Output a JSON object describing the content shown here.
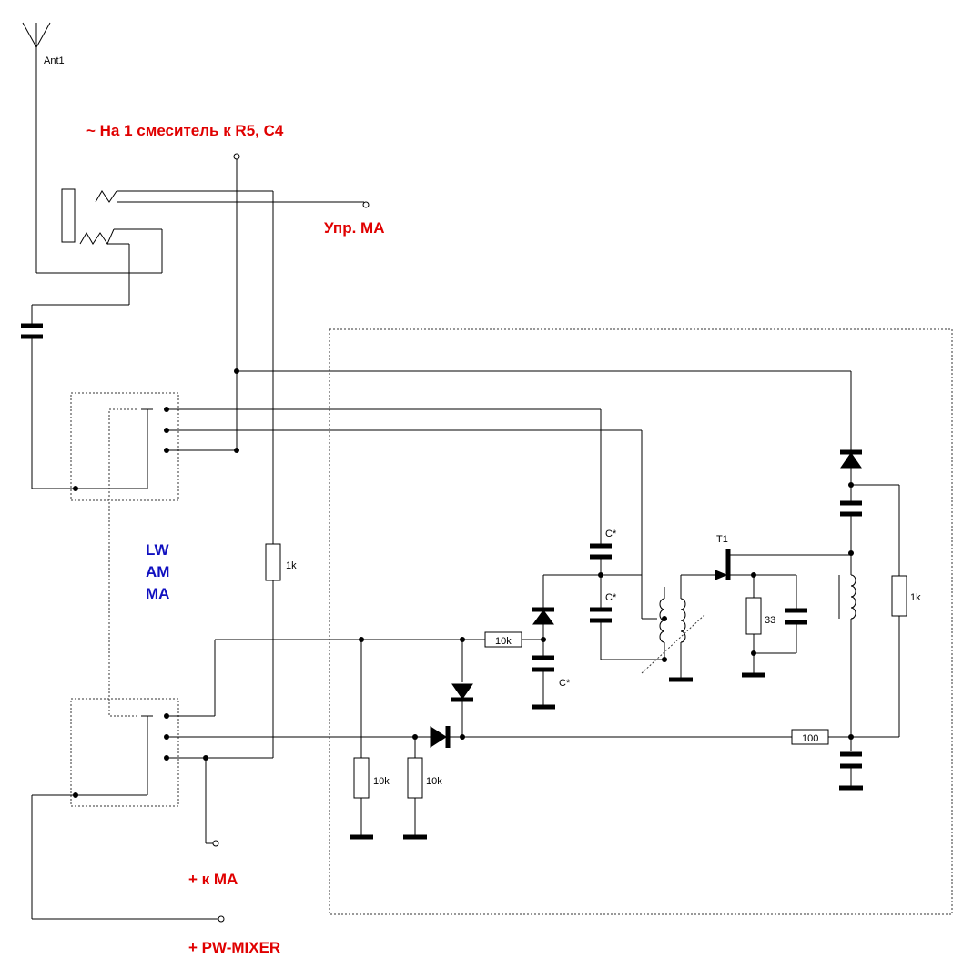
{
  "labels": {
    "ant": "Ant1",
    "mixer1": "~ На 1 смеситель к R5, C4",
    "upr_ma": "Упр. МА",
    "band_lw": "LW",
    "band_am": "AM",
    "band_ma": "MA",
    "plus_ma": "+ к МА",
    "plus_pw": "+ PW-MIXER"
  },
  "components": {
    "r_1k_left": "1k",
    "r_1k_right": "1k",
    "r_10k_series": "10k",
    "r_10k_a": "10k",
    "r_10k_b": "10k",
    "r_33": "33",
    "r_100": "100",
    "c_star_top": "C*",
    "c_star_mid": "C*",
    "c_star_low": "C*",
    "t1": "T1"
  },
  "colors": {
    "wire": "#000000",
    "label_red": "#e00000",
    "label_blue": "#1010c0"
  }
}
